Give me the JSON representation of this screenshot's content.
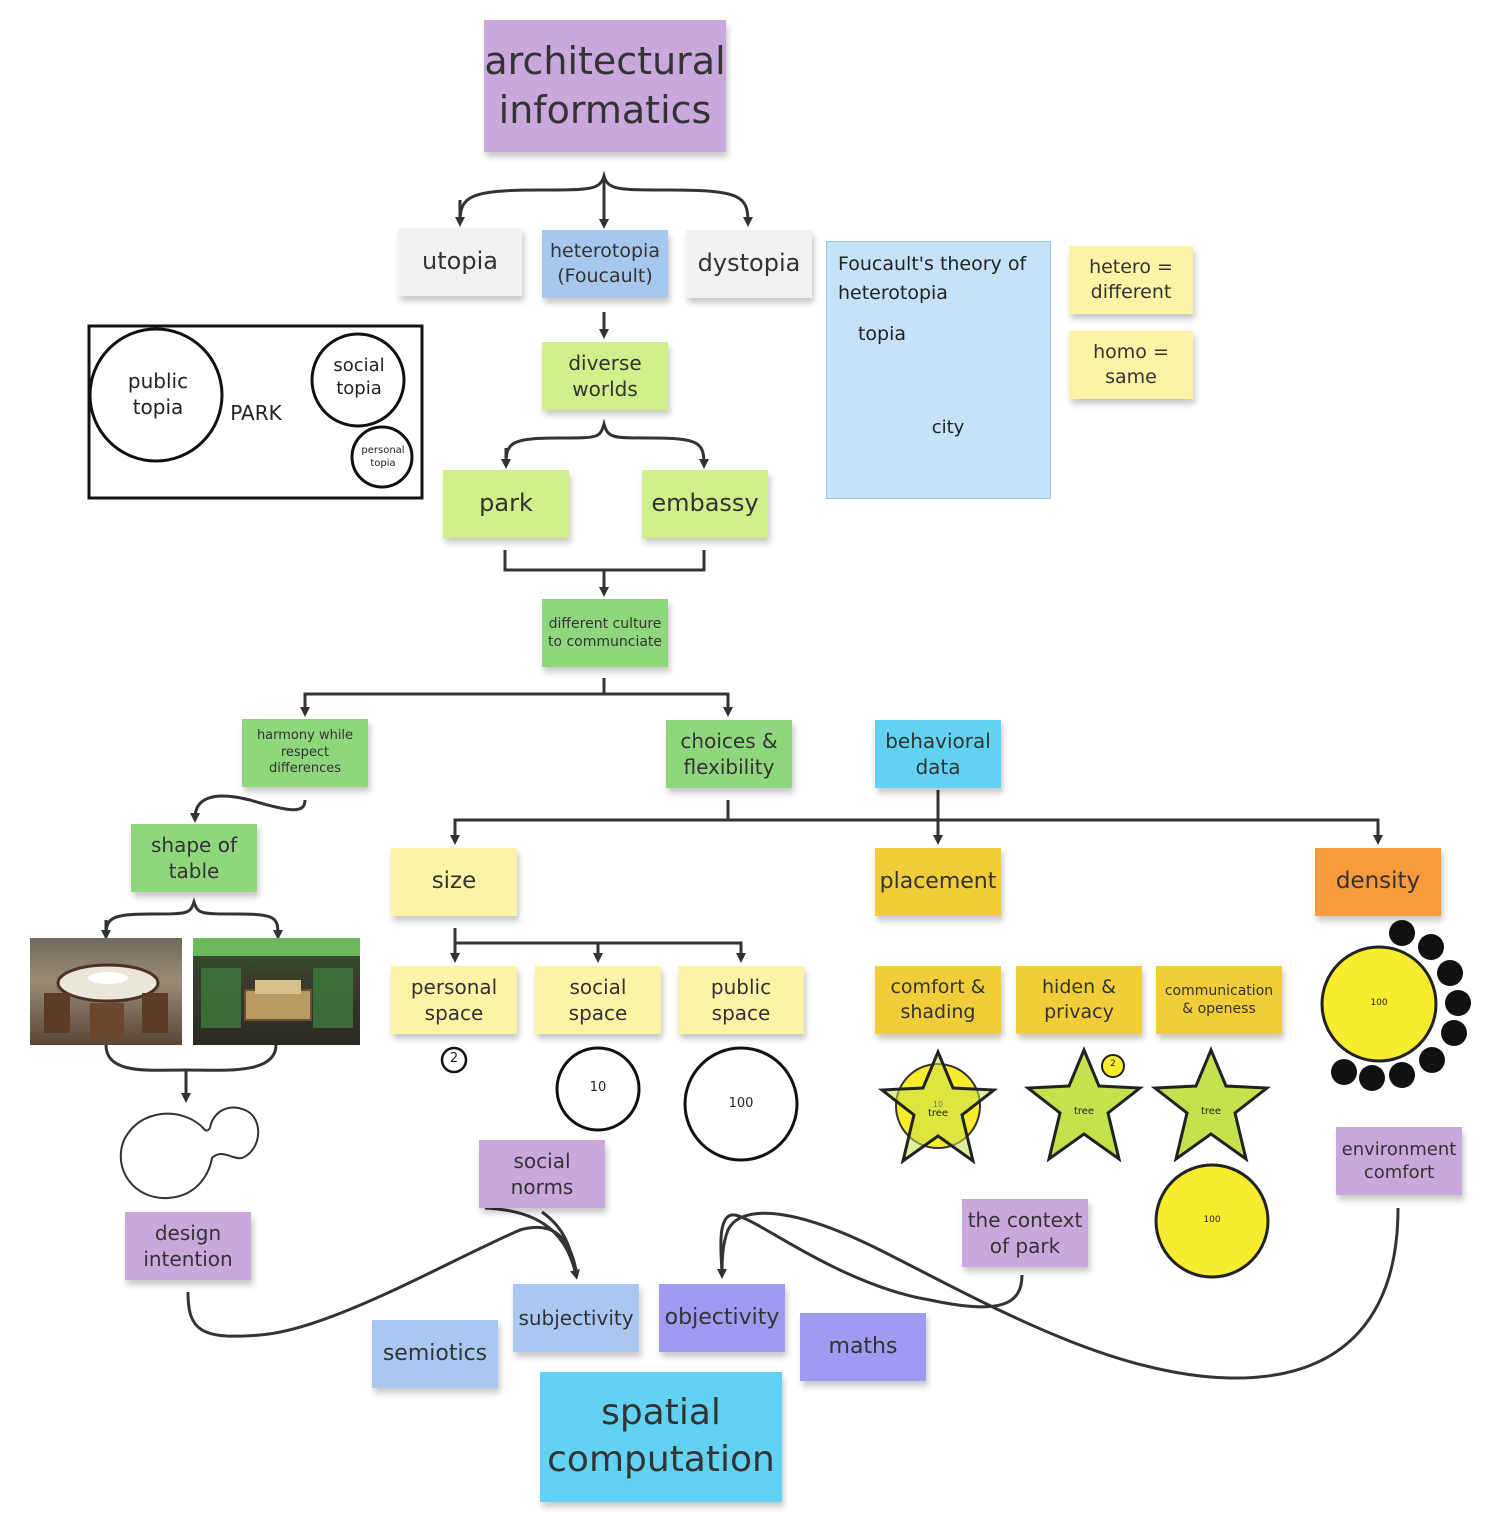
{
  "notes": {
    "title": "architectural\ninformatics",
    "utopia": "utopia",
    "heterotopia": "heterotopia\n(Foucault)",
    "dystopia": "dystopia",
    "foucault_theory": "Foucault's theory of\nheterotopia",
    "topia": "topia",
    "city": "city",
    "hetero": "hetero =\ndifferent",
    "homo": "homo =\nsame",
    "diverse_worlds": "diverse\nworlds",
    "park": "park",
    "embassy": "embassy",
    "different_culture": "different culture\nto communciate",
    "harmony": "harmony while\nrespect\ndifferences",
    "choices": "choices &\nflexibility",
    "behavioral": "behavioral\ndata",
    "shape_of_table": "shape of\ntable",
    "size": "size",
    "placement": "placement",
    "density": "density",
    "personal_space": "personal\nspace",
    "social_space": "social\nspace",
    "public_space": "public\nspace",
    "comfort": "comfort &\nshading",
    "hiden": "hiden &\nprivacy",
    "communication": "communication\n& openess",
    "social_norms": "social\nnorms",
    "design_intention": "design\nintention",
    "context_park": "the context\nof park",
    "environment": "environment\ncomfort",
    "subjectivity": "subjectivity",
    "objectivity": "objectivity",
    "semiotics": "semiotics",
    "maths": "maths",
    "spatial": "spatial\ncomputation"
  },
  "park_diagram": {
    "public_topia": "public\ntopia",
    "park": "PARK",
    "social_topia": "social\ntopia",
    "personal_topia": "personal\ntopia"
  },
  "circle_labels": {
    "personal": "2",
    "social": "10",
    "public": "100",
    "tree": "tree",
    "tree_ten": "10",
    "hiden_badge": "2",
    "comm_circle": "100",
    "density_circle": "100"
  },
  "colors": {
    "purple": "#c9a8dc",
    "lime": "#d1ef8a",
    "green": "#8fd77d",
    "cyan": "#62d2f2",
    "gold": "#f2cd3a",
    "orange": "#f99a3c",
    "star_fill": "#c4e24c",
    "yellow_circle": "#f8ec2e"
  }
}
